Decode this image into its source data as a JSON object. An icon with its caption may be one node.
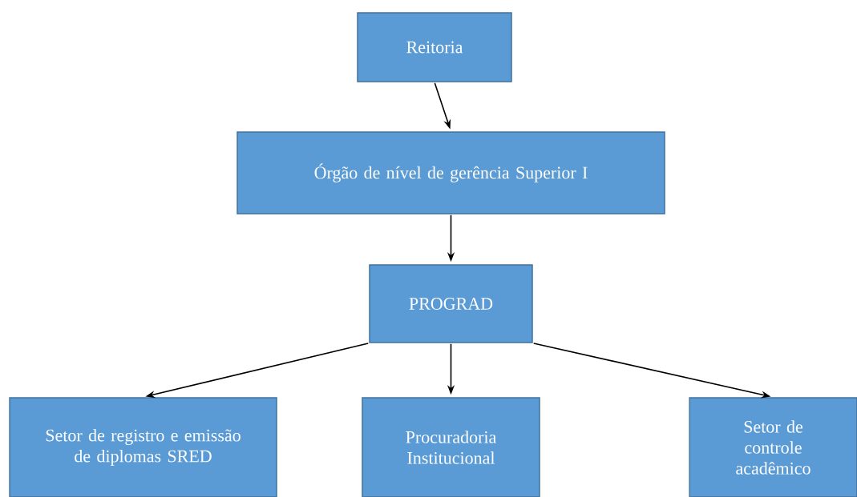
{
  "diagram": {
    "nodes": [
      {
        "text": [
          "Reitoria"
        ]
      },
      {
        "text": [
          "Órgão de nível de gerência Superior I"
        ]
      },
      {
        "text": [
          "PROGRAD"
        ]
      },
      {
        "text": [
          "Setor de registro e emissão de diplomas SRED"
        ]
      },
      {
        "text": [
          "Procuradoria Institucional"
        ]
      },
      {
        "text": [
          "Setor de controle acadêmico"
        ]
      }
    ],
    "edges": [
      {
        "from": 0,
        "to": 1,
        "arrow": "to"
      },
      {
        "from": 1,
        "to": 2,
        "arrow": "to"
      },
      {
        "from": 2,
        "to": 3,
        "arrow": "to"
      },
      {
        "from": 2,
        "to": 4,
        "arrow": "to"
      },
      {
        "from": 2,
        "to": 5,
        "arrow": "to"
      }
    ]
  }
}
